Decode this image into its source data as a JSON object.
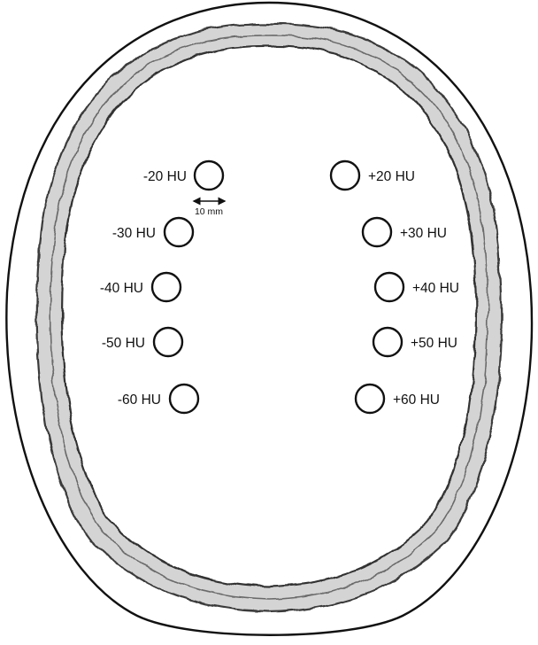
{
  "scale_bar": {
    "label": "10 mm"
  },
  "left_inserts": [
    {
      "label": "-20 HU"
    },
    {
      "label": "-30 HU"
    },
    {
      "label": "-40 HU"
    },
    {
      "label": "-50 HU"
    },
    {
      "label": "-60 HU"
    }
  ],
  "right_inserts": [
    {
      "label": "+20 HU"
    },
    {
      "label": "+30 HU"
    },
    {
      "label": "+40 HU"
    },
    {
      "label": "+50 HU"
    },
    {
      "label": "+60 HU"
    }
  ],
  "colors": {
    "background": "#ffffff",
    "outline": "#111111",
    "bone_fill": "#cfcfcf",
    "bone_dark": "#555555"
  }
}
